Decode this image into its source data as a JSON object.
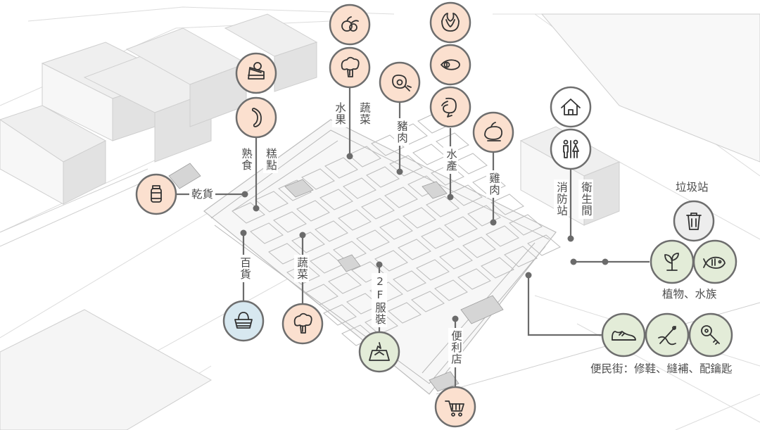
{
  "colors": {
    "line": "#6b6b6b",
    "ring": "#6e6e6e",
    "icon": "#333333",
    "peach": "#fbe0cf",
    "green": "#e3ecd8",
    "blue": "#d7e8f0",
    "gray": "#ededed",
    "white": "#ffffff",
    "building": "#e6e6e6"
  },
  "labels": {
    "fruit": "水果",
    "veg_top": "蔬菜",
    "pork": "豬肉",
    "seafood": "水產",
    "chicken": "雞肉",
    "deli": "熟食",
    "pastry": "糕點",
    "dry_goods": "乾貨",
    "dept": "百貨",
    "veg_bottom": "蔬菜",
    "clothing": "2F服裝",
    "convenience": "便利店",
    "fire_station": "消防站",
    "restroom": "衛生間",
    "garbage": "垃圾站",
    "plants_fish": "植物、水族",
    "service_street": "便民街：修鞋、縫補、配鑰匙"
  },
  "icons": {
    "fruit": "fruit-icon",
    "veg_top": "broccoli-icon",
    "pork": "meat-icon",
    "seafood_veg": "cabbage-icon",
    "fish": "fish-icon",
    "shrimp": "shrimp-icon",
    "chicken": "roast-chicken-icon",
    "cake": "cake-icon",
    "deli": "sausage-icon",
    "dry_goods": "jar-icon",
    "dept": "basket-icon",
    "veg_bottom": "broccoli-icon",
    "clothing": "clothing-icon",
    "convenience": "shopping-cart-icon",
    "home": "home-icon",
    "restroom": "restroom-icon",
    "garbage": "trash-icon",
    "plant": "plant-icon",
    "aquarium": "aquarium-fish-icon",
    "shoe": "shoe-icon",
    "sewing": "sewing-icon",
    "key": "key-icon"
  }
}
